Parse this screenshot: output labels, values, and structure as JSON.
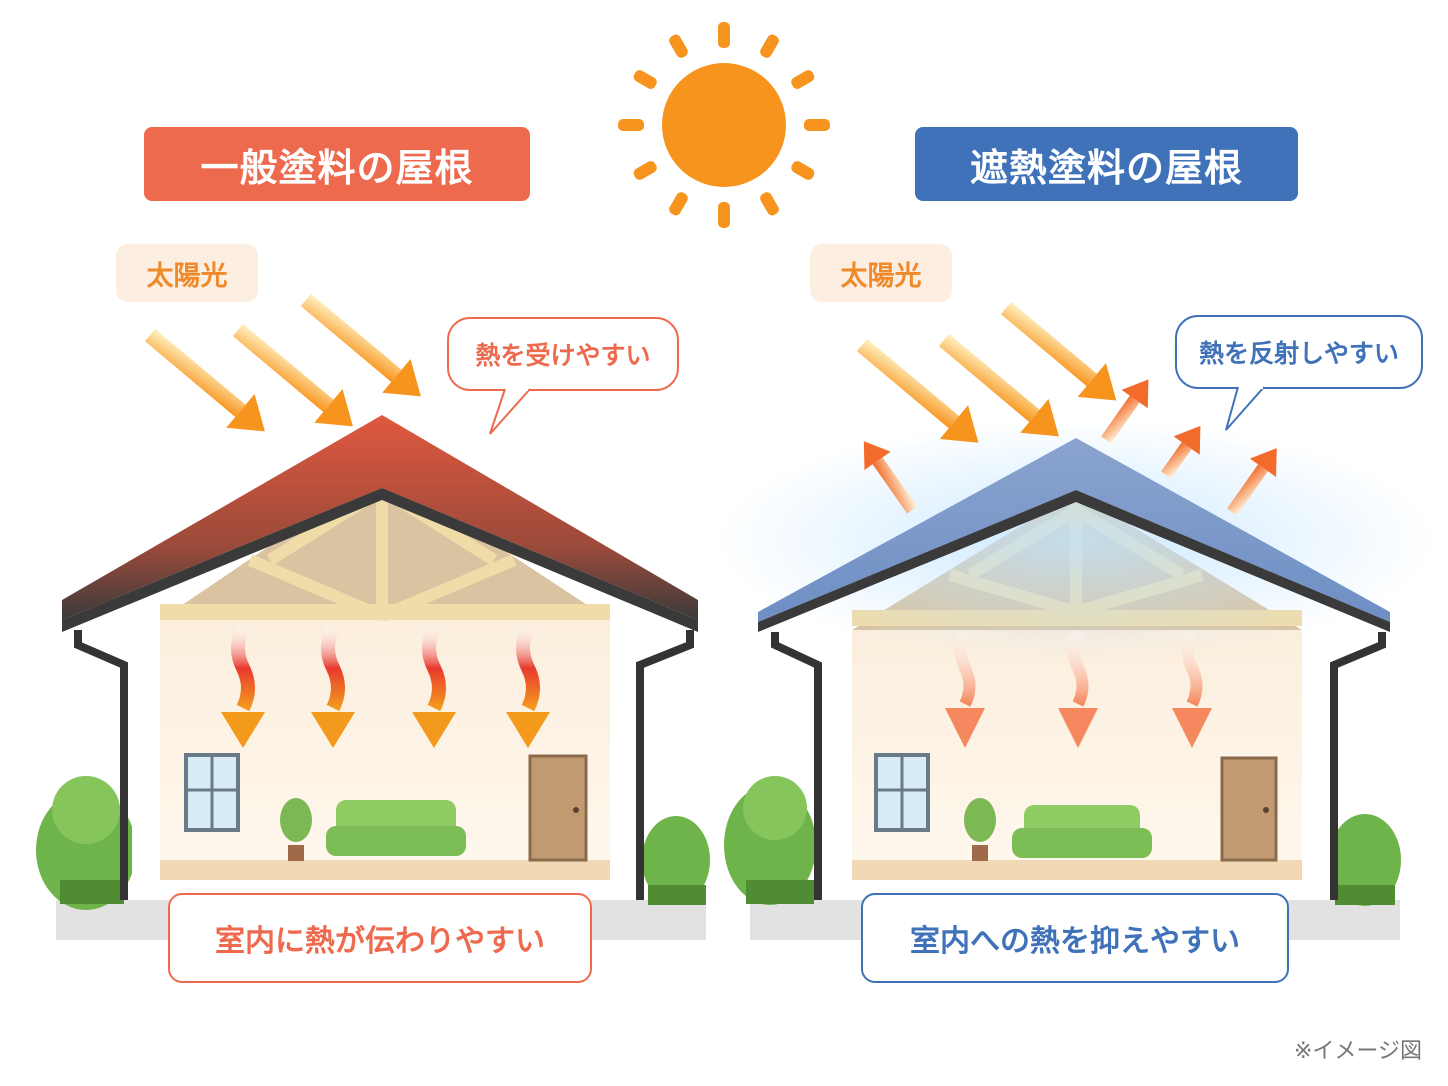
{
  "left": {
    "title": "一般塗料の屋根",
    "sun_label": "太陽光",
    "bubble": "熱を受けやすい",
    "bottom": "室内に熱が伝わりやすい"
  },
  "right": {
    "title": "遮熱塗料の屋根",
    "sun_label": "太陽光",
    "bubble": "熱を反射しやすい",
    "bottom": "室内への熱を抑えやすい"
  },
  "note": "※イメージ図",
  "colors": {
    "left_accent": "#ee6a4e",
    "right_accent": "#3f72b8",
    "sun": "#f7941d",
    "heat_red": "#e83a2f"
  }
}
